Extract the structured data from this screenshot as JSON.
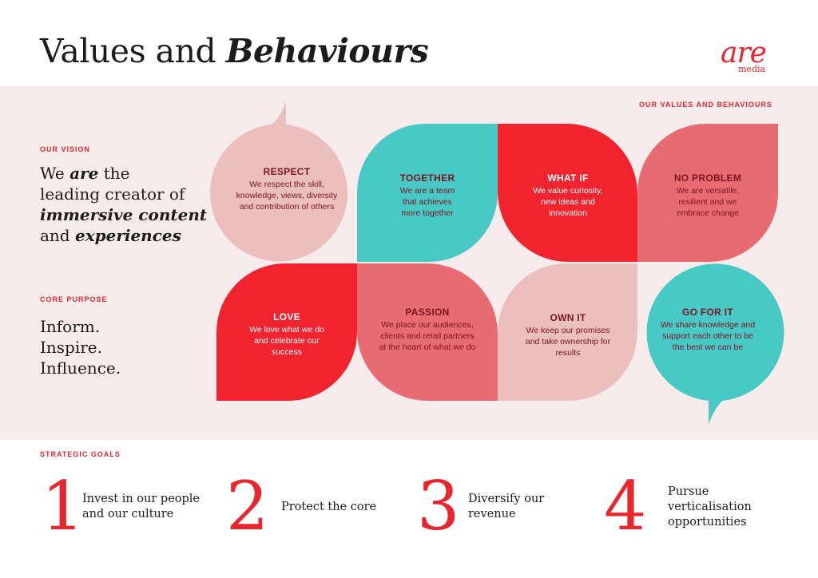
{
  "header": {
    "title_plain": "Values and",
    "title_bold": "Behaviours",
    "logo_main": "are",
    "logo_sub": "media"
  },
  "values_label": "OUR VALUES AND BEHAVIOURS",
  "vision": {
    "label": "OUR VISION",
    "line1_a": "We",
    "line1_b": "are",
    "line1_c": "the",
    "line2": "leading creator of",
    "line3": "immersive content",
    "line4_a": "and",
    "line4_b": "experiences"
  },
  "purpose": {
    "label": "CORE PURPOSE",
    "lines": [
      "Inform.",
      "Inspire.",
      "Influence."
    ]
  },
  "values": [
    {
      "title": "RESPECT",
      "desc": "We respect the skill, knowledge, views, diversity and contribution of others"
    },
    {
      "title": "TOGETHER",
      "desc": "We are a team that achieves more together"
    },
    {
      "title": "WHAT IF",
      "desc": "We value curiosity, new ideas and innovation"
    },
    {
      "title": "NO PROBLEM",
      "desc": "We are versatile, resilient and we embrace change"
    },
    {
      "title": "LOVE",
      "desc": "We love what we do and celebrate our success"
    },
    {
      "title": "PASSION",
      "desc": "We place our audiences, clients and retail partners at the heart of what we do"
    },
    {
      "title": "OWN IT",
      "desc": "We keep our promises and take ownership for results"
    },
    {
      "title": "GO FOR IT",
      "desc": "We share knowledge and support each other to be the best we can be"
    }
  ],
  "goals": {
    "label": "STRATEGIC GOALS",
    "items": [
      {
        "num": "1",
        "text": "Invest in our people and our culture"
      },
      {
        "num": "2",
        "text": "Protect the core"
      },
      {
        "num": "3",
        "text": "Diversify our revenue"
      },
      {
        "num": "4",
        "text": "Pursue verticalisation opportunities"
      }
    ]
  },
  "colors": {
    "red": "#f0232f",
    "teal": "#49c9c6",
    "blush": "#ecbfbf",
    "coral": "#e86a72",
    "band": "#f8ebeb"
  }
}
